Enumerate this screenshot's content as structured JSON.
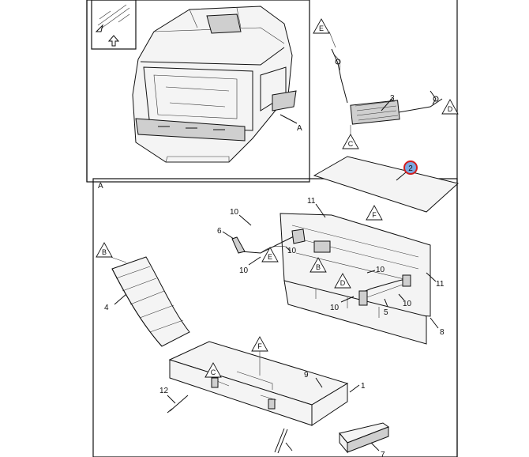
{
  "callouts": {
    "detail_A": "A",
    "view_A": "A",
    "highlight_2": "2",
    "c1": "1",
    "c3": "3",
    "c4": "4",
    "c5": "5",
    "c6": "6",
    "c7": "7",
    "c8": "8",
    "c9": "9",
    "c10a": "10",
    "c10b": "10",
    "c10c": "10",
    "c10d": "10",
    "c10e": "10",
    "c10f": "10",
    "c11a": "11",
    "c11b": "11",
    "c12": "12"
  },
  "refs": {
    "E_top": "E",
    "D_top": "D",
    "C_top": "C",
    "F_top": "F",
    "B_left": "B",
    "E_mid": "E",
    "B_mid": "B",
    "D_mid": "D",
    "F_bottom": "F",
    "C_bottom": "C"
  },
  "colors": {
    "highlight_circle": "#d11d1d",
    "highlight_fill": "#7aa7e0",
    "line": "#111111"
  }
}
